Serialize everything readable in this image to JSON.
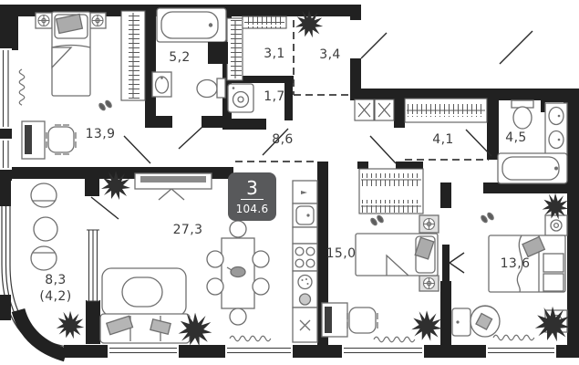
{
  "plan": {
    "badge": {
      "rooms_count": "3",
      "total_area": "104.6"
    },
    "rooms": [
      {
        "id": "bedroom-1",
        "area": "13,9"
      },
      {
        "id": "bathroom-1",
        "area": "5,2"
      },
      {
        "id": "wardrobe-hall",
        "area": "3,1"
      },
      {
        "id": "entry-hall",
        "area": "3,4"
      },
      {
        "id": "laundry",
        "area": "1,7"
      },
      {
        "id": "corridor",
        "area": "8,6"
      },
      {
        "id": "dressing-room",
        "area": "4,1"
      },
      {
        "id": "bathroom-2",
        "area": "4,5"
      },
      {
        "id": "living-kitchen",
        "area": "27,3"
      },
      {
        "id": "balcony",
        "area": "8,3",
        "area_reduced": "(4,2)"
      },
      {
        "id": "bedroom-2",
        "area": "15,0"
      },
      {
        "id": "bedroom-3",
        "area": "13,6"
      }
    ],
    "colors": {
      "wall": "#212121",
      "furniture_line": "#757575",
      "label_text": "#3d3d3d",
      "badge_bg": "#58595b",
      "badge_text": "#ffffff",
      "plant": "#2f2f2f"
    }
  }
}
